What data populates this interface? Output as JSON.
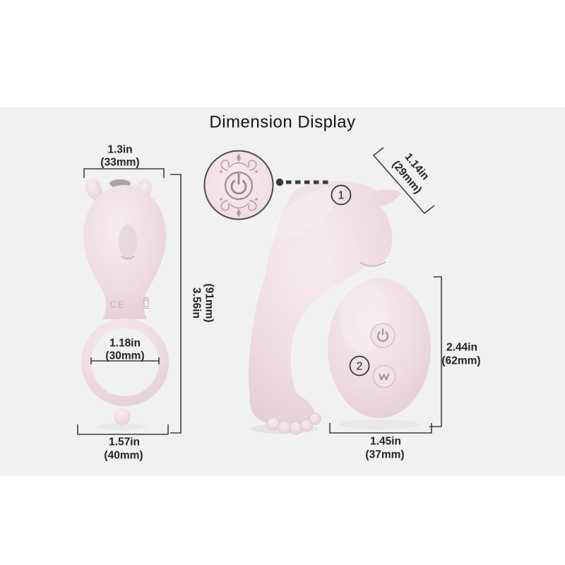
{
  "title": "Dimension Display",
  "colors": {
    "band_background": "#f2f1f1",
    "product_pink": "#f0dce4",
    "product_pink_shade": "#e3cdd6",
    "dimension_line": "#3e3e3e",
    "ornament": "#b19ca6",
    "callout_ring": "#2f2f2f"
  },
  "detail_view": {
    "callout_number": "1",
    "icon": "power-icon"
  },
  "ring_product": {
    "ce_mark": "CE",
    "dims": {
      "top_width_in": "1.3in",
      "top_width_mm": "(33mm)",
      "height_in": "3.56in",
      "height_mm": "(91mm)",
      "inner_diameter_in": "1.18in",
      "inner_diameter_mm": "(30mm)",
      "bottom_width_in": "1.57in",
      "bottom_width_mm": "(40mm)"
    }
  },
  "main_product": {
    "dims": {
      "fin_width_in": "1.14in",
      "fin_width_mm": "(29mm)"
    }
  },
  "remote_control": {
    "callout_number": "2",
    "buttons": [
      "power-icon",
      "wave-icon"
    ],
    "dims": {
      "height_in": "2.44in",
      "height_mm": "(62mm)",
      "width_in": "1.45in",
      "width_mm": "(37mm)"
    }
  }
}
